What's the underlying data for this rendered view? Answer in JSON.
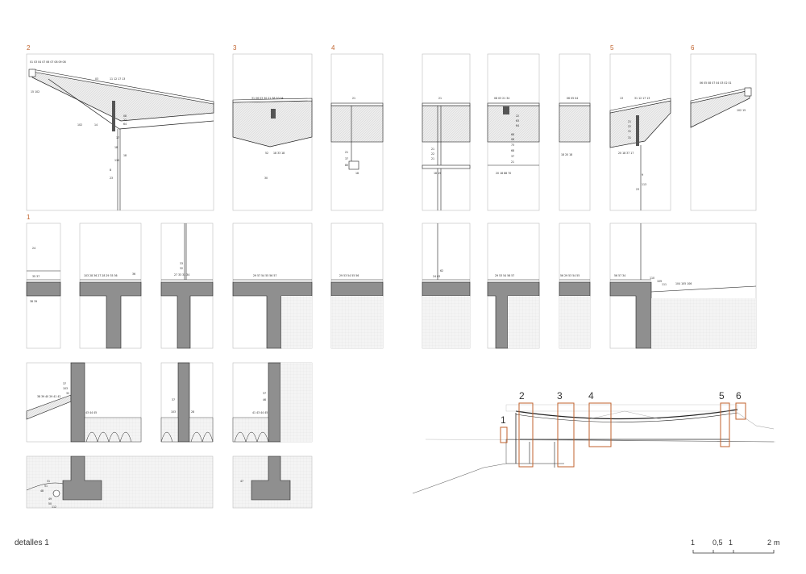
{
  "sheet_title": "detalles 1",
  "detail_labels": {
    "d2": "2",
    "d3": "3",
    "d4": "4",
    "d5": "5",
    "d6": "6",
    "d1": "1"
  },
  "section_markers": [
    "2",
    "3",
    "4",
    "5",
    "6",
    "1"
  ],
  "scale_bar": {
    "t1": "1",
    "t2": "0,5",
    "t3": "1",
    "t4": "2",
    "unit": "m"
  },
  "colors": {
    "line": "#222222",
    "accent": "#c0622c",
    "hatch": "#dcdcdc",
    "concrete": "#8f8f8f"
  }
}
